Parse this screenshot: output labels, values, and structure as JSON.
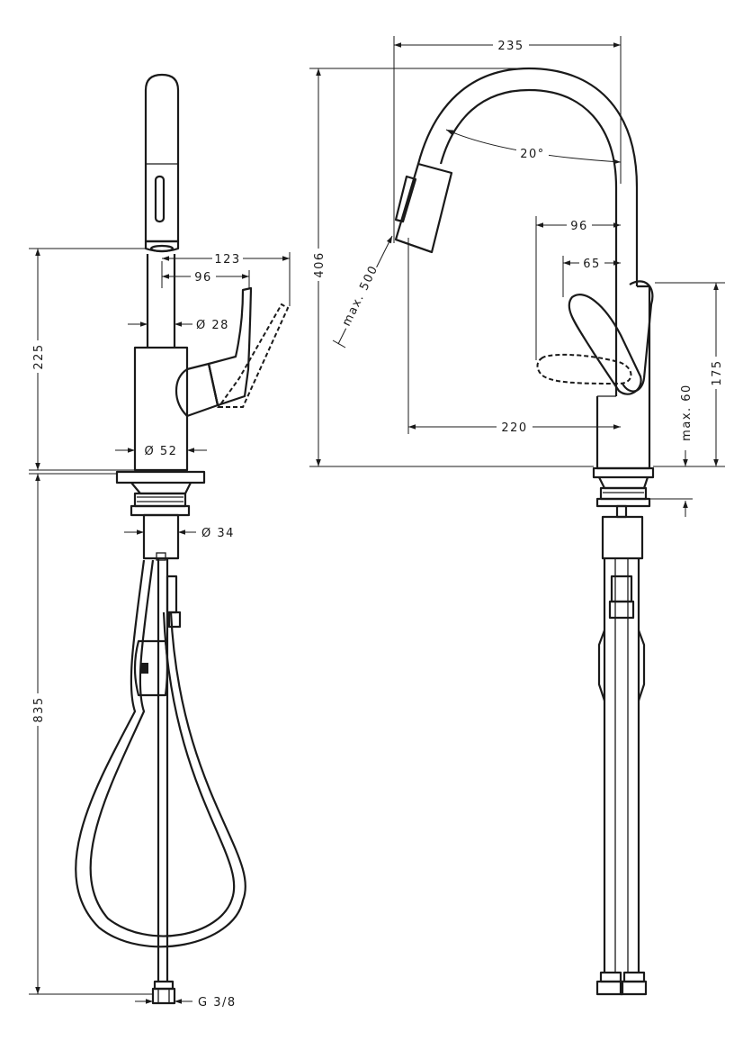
{
  "side_view": {
    "dimensions": {
      "d123": "123",
      "d96": "96",
      "d28": "Ø 28",
      "d225": "225",
      "d52": "Ø 52",
      "d34": "Ø 34",
      "d835": "835",
      "thread": "G 3/8"
    }
  },
  "front_view": {
    "dimensions": {
      "d235": "235",
      "angle": "20°",
      "d96": "96",
      "d65": "65",
      "d406": "406",
      "max500": "max. 500",
      "d220": "220",
      "d175": "175",
      "max60": "max. 60"
    }
  }
}
